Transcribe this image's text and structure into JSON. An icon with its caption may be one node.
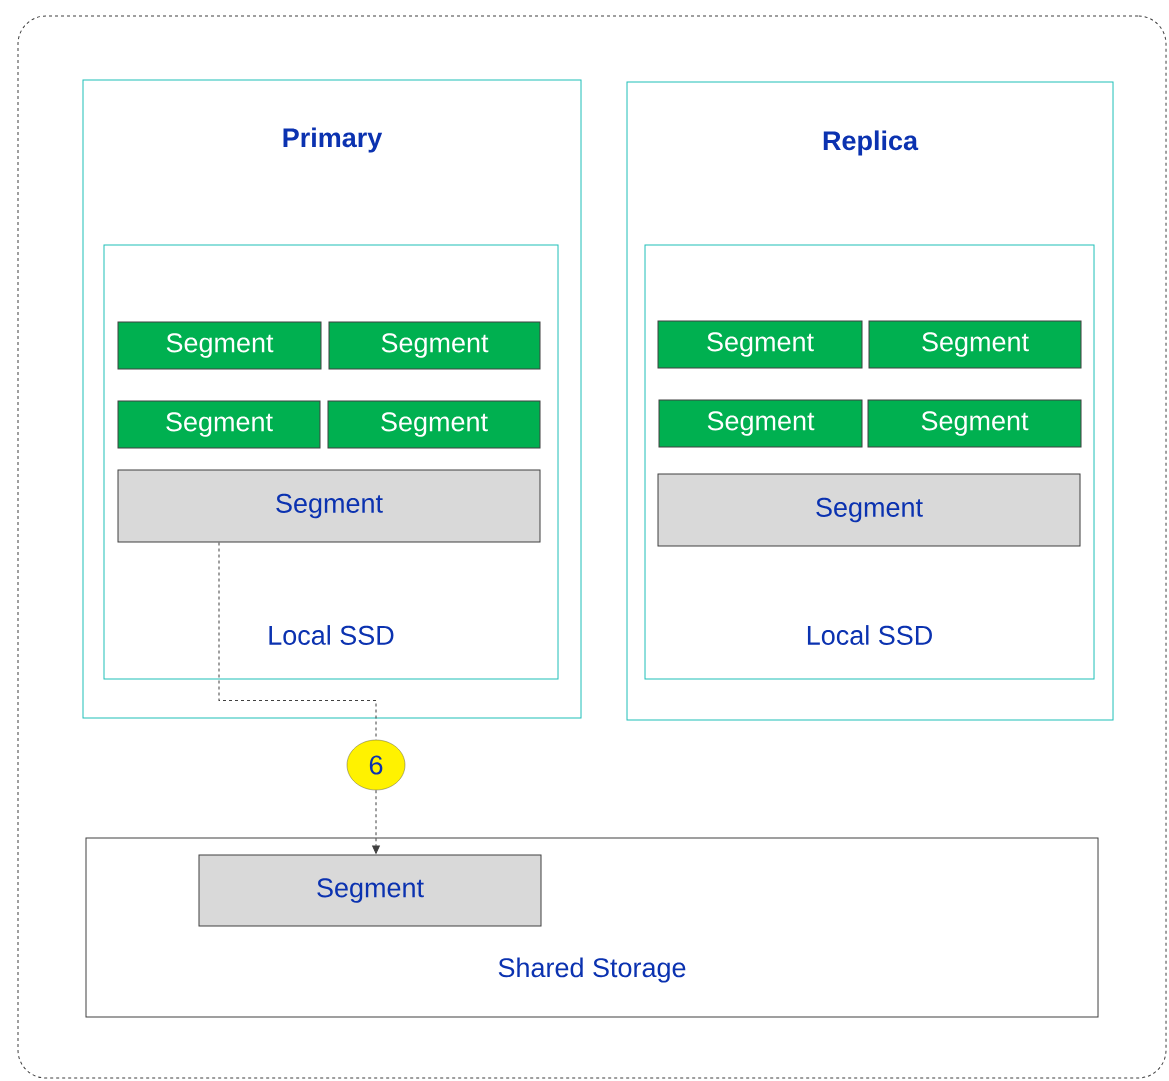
{
  "diagram": {
    "nodes": [
      {
        "text": [],
        "shape": "box"
      },
      {
        "text": [
          "Primary"
        ],
        "in": 0
      },
      {
        "text": [
          "Local SSD"
        ],
        "in": 1
      },
      {
        "text": [
          "Segment"
        ],
        "in": 2
      },
      {
        "text": [
          "Segment"
        ],
        "in": 2
      },
      {
        "text": [
          "Segment"
        ],
        "in": 2
      },
      {
        "text": [
          "Segment"
        ],
        "in": 2
      },
      {
        "text": [
          "Segment"
        ],
        "in": 2
      },
      {
        "text": [
          "Replica"
        ],
        "in": 0
      },
      {
        "text": [
          "Local SSD"
        ],
        "in": 8
      },
      {
        "text": [
          "Segment"
        ],
        "in": 9
      },
      {
        "text": [
          "Segment"
        ],
        "in": 9
      },
      {
        "text": [
          "Segment"
        ],
        "in": 9
      },
      {
        "text": [
          "Segment"
        ],
        "in": 9
      },
      {
        "text": [
          "Segment"
        ],
        "in": 9
      },
      {
        "text": [
          "6"
        ],
        "in": 0
      },
      {
        "text": [
          "Shared Storage"
        ],
        "in": 0
      },
      {
        "text": [
          "Segment"
        ],
        "in": 16
      }
    ],
    "edges": [
      {
        "from": 7,
        "to": 15,
        "arrow": "none",
        "style": "dashed"
      },
      {
        "from": 15,
        "to": 17,
        "arrow": "to",
        "style": "dashed"
      }
    ]
  }
}
